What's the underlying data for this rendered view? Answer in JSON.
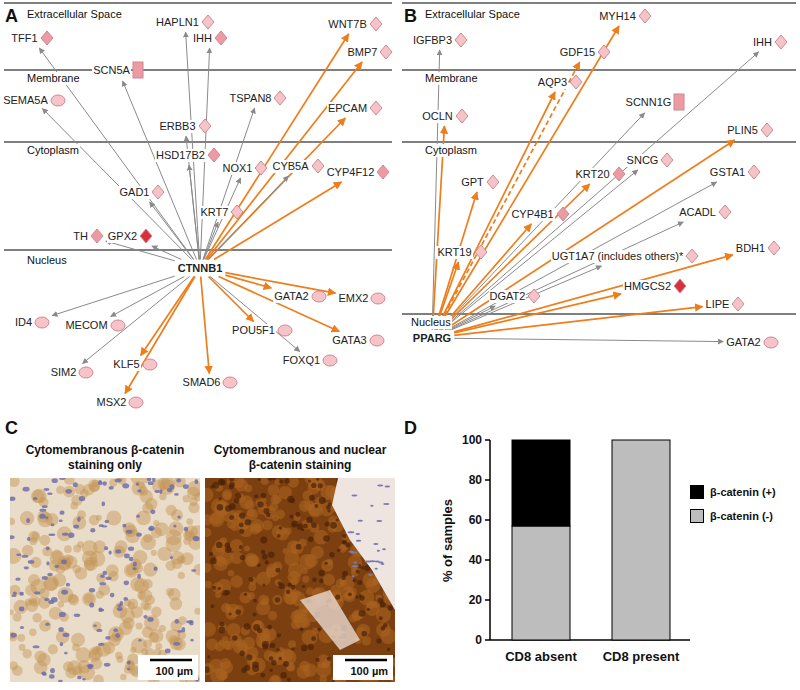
{
  "diagram": {
    "nodes": [
      {
        "text": [
          "TFF1"
        ]
      },
      {
        "text": [
          "HAPLN1"
        ]
      },
      {
        "text": [
          "IHH"
        ]
      },
      {
        "text": [
          "WNT7B"
        ]
      },
      {
        "text": [
          "BMP7"
        ]
      },
      {
        "text": [
          "SCN5A"
        ]
      },
      {
        "text": [
          "SEMA5A"
        ]
      },
      {
        "text": [
          "TSPAN8"
        ]
      },
      {
        "text": [
          "ERBB3"
        ]
      },
      {
        "text": [
          "EPCAM"
        ]
      },
      {
        "text": [
          "HSD17B2"
        ]
      },
      {
        "text": [
          "NOX1"
        ]
      },
      {
        "text": [
          "CYB5A"
        ]
      },
      {
        "text": [
          "CYP4F12"
        ]
      },
      {
        "text": [
          "GAD1"
        ]
      },
      {
        "text": [
          "KRT7"
        ]
      },
      {
        "text": [
          "TH"
        ]
      },
      {
        "text": [
          "GPX2"
        ]
      },
      {
        "text": [
          "CTNNB1"
        ]
      },
      {
        "text": [
          "GATA2"
        ]
      },
      {
        "text": [
          "EMX2"
        ]
      },
      {
        "text": [
          "ID4"
        ]
      },
      {
        "text": [
          "MECOM"
        ]
      },
      {
        "text": [
          "POU5F1"
        ]
      },
      {
        "text": [
          "GATA3"
        ]
      },
      {
        "text": [
          "FOXQ1"
        ]
      },
      {
        "text": [
          "SIM2"
        ]
      },
      {
        "text": [
          "KLF5"
        ]
      },
      {
        "text": [
          "SMAD6"
        ]
      },
      {
        "text": [
          "MSX2"
        ]
      },
      {
        "text": [
          "IGFBP3"
        ]
      },
      {
        "text": [
          "MYH14"
        ]
      },
      {
        "text": [
          "GDF15"
        ]
      },
      {
        "text": [
          "IHH"
        ]
      },
      {
        "text": [
          "AQP3"
        ]
      },
      {
        "text": [
          "OCLN"
        ]
      },
      {
        "text": [
          "SCNN1G"
        ]
      },
      {
        "text": [
          "PLIN5"
        ]
      },
      {
        "text": [
          "KRT20"
        ]
      },
      {
        "text": [
          "SNCG"
        ]
      },
      {
        "text": [
          "GSTA1"
        ]
      },
      {
        "text": [
          "GPT"
        ]
      },
      {
        "text": [
          "CYP4B1"
        ]
      },
      {
        "text": [
          "ACADL"
        ]
      },
      {
        "text": [
          "KRT19"
        ]
      },
      {
        "text": [
          "BDH1"
        ]
      },
      {
        "text": [
          "UGT1A7 (includes others)*"
        ]
      },
      {
        "text": [
          "HMGCS2"
        ]
      },
      {
        "text": [
          "DGAT2"
        ]
      },
      {
        "text": [
          "LIPE"
        ]
      },
      {
        "text": [
          "PPARG"
        ]
      },
      {
        "text": [
          "GATA2"
        ]
      }
    ],
    "edges": [
      {
        "from": 18,
        "to": 0,
        "arrow": "to"
      },
      {
        "from": 18,
        "to": 1,
        "arrow": "to"
      },
      {
        "from": 18,
        "to": 2,
        "arrow": "to"
      },
      {
        "from": 18,
        "to": 3,
        "arrow": "to"
      },
      {
        "from": 18,
        "to": 4,
        "arrow": "to"
      },
      {
        "from": 18,
        "to": 5,
        "arrow": "to"
      },
      {
        "from": 18,
        "to": 6,
        "arrow": "to"
      },
      {
        "from": 18,
        "to": 7,
        "arrow": "to"
      },
      {
        "from": 18,
        "to": 8,
        "arrow": "to"
      },
      {
        "from": 18,
        "to": 9,
        "arrow": "to"
      },
      {
        "from": 18,
        "to": 10,
        "arrow": "to"
      },
      {
        "from": 18,
        "to": 11,
        "arrow": "to"
      },
      {
        "from": 18,
        "to": 12,
        "arrow": "to"
      },
      {
        "from": 18,
        "to": 13,
        "arrow": "to"
      },
      {
        "from": 18,
        "to": 14,
        "arrow": "to"
      },
      {
        "from": 18,
        "to": 15,
        "arrow": "to"
      },
      {
        "from": 18,
        "to": 16,
        "arrow": "to"
      },
      {
        "from": 18,
        "to": 17,
        "arrow": "to"
      },
      {
        "from": 18,
        "to": 19,
        "arrow": "to"
      },
      {
        "from": 18,
        "to": 20,
        "arrow": "to"
      },
      {
        "from": 18,
        "to": 21,
        "arrow": "to"
      },
      {
        "from": 18,
        "to": 22,
        "arrow": "to"
      },
      {
        "from": 18,
        "to": 23,
        "arrow": "to"
      },
      {
        "from": 18,
        "to": 24,
        "arrow": "to"
      },
      {
        "from": 18,
        "to": 25,
        "arrow": "to"
      },
      {
        "from": 18,
        "to": 26,
        "arrow": "to"
      },
      {
        "from": 18,
        "to": 27,
        "arrow": "to"
      },
      {
        "from": 18,
        "to": 28,
        "arrow": "to"
      },
      {
        "from": 18,
        "to": 29,
        "arrow": "to"
      },
      {
        "from": 50,
        "to": 30,
        "arrow": "to"
      },
      {
        "from": 50,
        "to": 31,
        "arrow": "to"
      },
      {
        "from": 50,
        "to": 32,
        "arrow": "to"
      },
      {
        "from": 50,
        "to": 33,
        "arrow": "to"
      },
      {
        "from": 50,
        "to": 34,
        "arrow": "to"
      },
      {
        "from": 50,
        "to": 35,
        "arrow": "to"
      },
      {
        "from": 50,
        "to": 36,
        "arrow": "to"
      },
      {
        "from": 50,
        "to": 37,
        "arrow": "to"
      },
      {
        "from": 50,
        "to": 38,
        "arrow": "to"
      },
      {
        "from": 50,
        "to": 39,
        "arrow": "to"
      },
      {
        "from": 50,
        "to": 40,
        "arrow": "to"
      },
      {
        "from": 50,
        "to": 41,
        "arrow": "to"
      },
      {
        "from": 50,
        "to": 42,
        "arrow": "to"
      },
      {
        "from": 50,
        "to": 43,
        "arrow": "to"
      },
      {
        "from": 50,
        "to": 44,
        "arrow": "to"
      },
      {
        "from": 50,
        "to": 45,
        "arrow": "to"
      },
      {
        "from": 50,
        "to": 46,
        "arrow": "to"
      },
      {
        "from": 50,
        "to": 47,
        "arrow": "to"
      },
      {
        "from": 50,
        "to": 48,
        "arrow": "to"
      },
      {
        "from": 50,
        "to": 49,
        "arrow": "to"
      },
      {
        "from": 50,
        "to": 51,
        "arrow": "to"
      }
    ],
    "labels": [
      "A",
      "Extracellular Space",
      "Membrane",
      "Cytoplasm",
      "Nucleus",
      "B",
      "Extracellular Space",
      "Membrane",
      "Cytoplasm",
      "Nucleus",
      "C",
      "Cytomembranous β-catenin staining only",
      "Cytomembranous and nuclear β-catenin staining",
      "100 µm",
      "100 µm",
      "D",
      "% of samples",
      "0",
      "20",
      "40",
      "60",
      "80",
      "100",
      "CD8 absent",
      "CD8 present"
    ],
    "legend": [
      {
        "text": "β-catenin (+)",
        "color": "#000000"
      },
      {
        "text": "β-catenin (-)",
        "color": "#bdbdbd"
      }
    ]
  }
}
